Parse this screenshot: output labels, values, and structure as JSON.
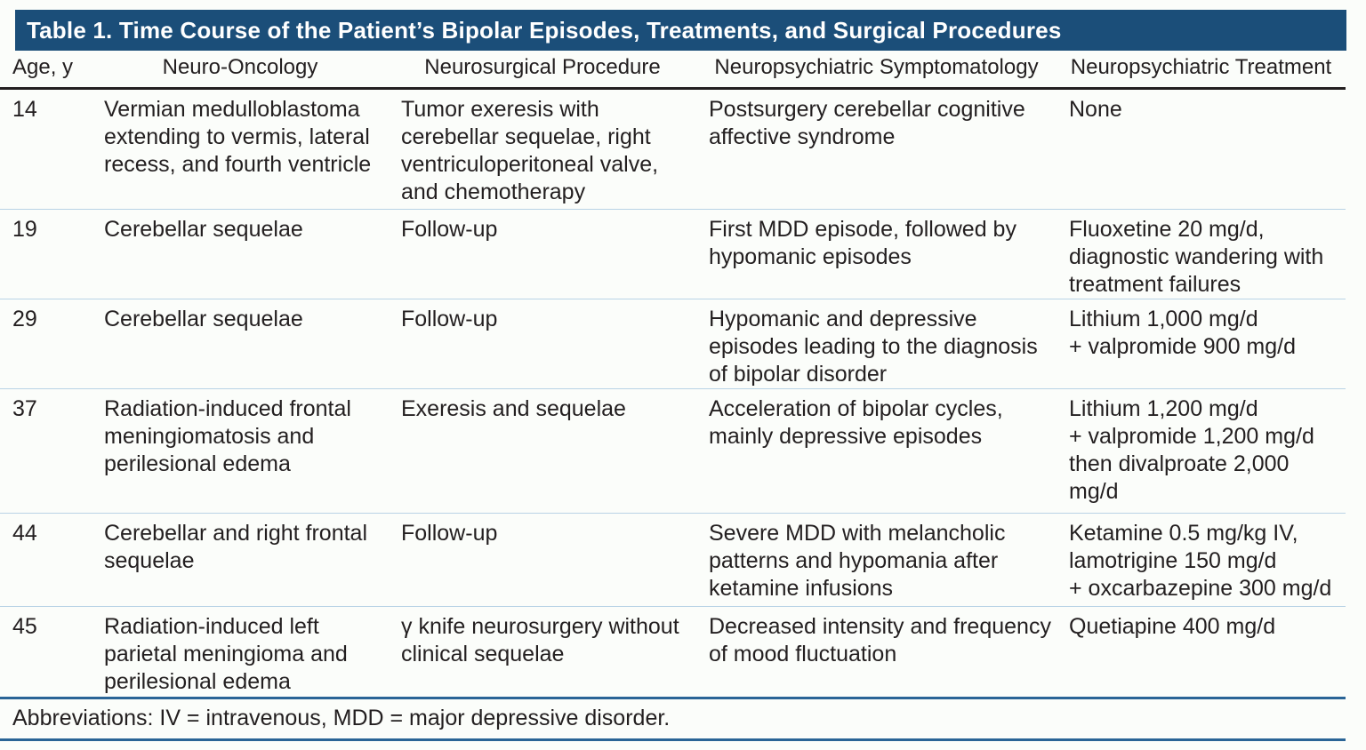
{
  "title": "Table 1. Time Course of the Patient’s Bipolar Episodes, Treatments, and Surgical Procedures",
  "columns": {
    "age": "Age, y",
    "neuro_oncology": "Neuro-Oncology",
    "neurosurgical_procedure": "Neurosurgical Procedure",
    "symptomatology": "Neuropsychiatric Symptomatology",
    "treatment": "Neuropsychiatric Treatment"
  },
  "rows": [
    {
      "age": "14",
      "neuro_oncology": "Vermian medulloblastoma\nextending to vermis, lateral\nrecess, and fourth ventricle",
      "neurosurgical_procedure": "Tumor exeresis with\ncerebellar sequelae, right\nventriculoperitoneal valve,\nand chemotherapy",
      "symptomatology": "Postsurgery cerebellar cognitive\naffective syndrome",
      "treatment": "None"
    },
    {
      "age": "19",
      "neuro_oncology": "Cerebellar sequelae",
      "neurosurgical_procedure": "Follow-up",
      "symptomatology": "First MDD episode, followed by\nhypomanic episodes",
      "treatment": "Fluoxetine 20 mg/d,\ndiagnostic wandering with\ntreatment failures"
    },
    {
      "age": "29",
      "neuro_oncology": "Cerebellar sequelae",
      "neurosurgical_procedure": "Follow-up",
      "symptomatology": "Hypomanic and depressive\nepisodes leading to the diagnosis\nof bipolar disorder",
      "treatment": "Lithium 1,000 mg/d\n+ valpromide 900 mg/d"
    },
    {
      "age": "37",
      "neuro_oncology": "Radiation-induced frontal\nmeningiomatosis and\nperilesional edema",
      "neurosurgical_procedure": "Exeresis and sequelae",
      "symptomatology": "Acceleration of bipolar cycles,\nmainly depressive episodes",
      "treatment": "Lithium 1,200 mg/d\n+ valpromide 1,200 mg/d\nthen divalproate 2,000\nmg/d"
    },
    {
      "age": "44",
      "neuro_oncology": "Cerebellar and right frontal\nsequelae",
      "neurosurgical_procedure": "Follow-up",
      "symptomatology": "Severe MDD with melancholic\npatterns and hypomania after\nketamine infusions",
      "treatment": "Ketamine 0.5 mg/kg IV,\nlamotrigine 150 mg/d\n+ oxcarbazepine 300 mg/d"
    },
    {
      "age": "45",
      "neuro_oncology": "Radiation-induced left\nparietal meningioma and\nperilesional edema",
      "neurosurgical_procedure": "γ knife neurosurgery without\nclinical sequelae",
      "symptomatology": "Decreased intensity and frequency\nof mood fluctuation",
      "treatment": "Quetiapine 400 mg/d"
    }
  ],
  "footnote": "Abbreviations: IV = intravenous, MDD = major depressive disorder.",
  "colors": {
    "title_bar_background": "#1b4e79",
    "title_text": "#ffffff",
    "accent_rule": "#2a6496",
    "header_rule": "#231f20",
    "row_divider": "#b9d3e6",
    "body_text": "#231f20",
    "page_background": "#fbfdfa"
  }
}
